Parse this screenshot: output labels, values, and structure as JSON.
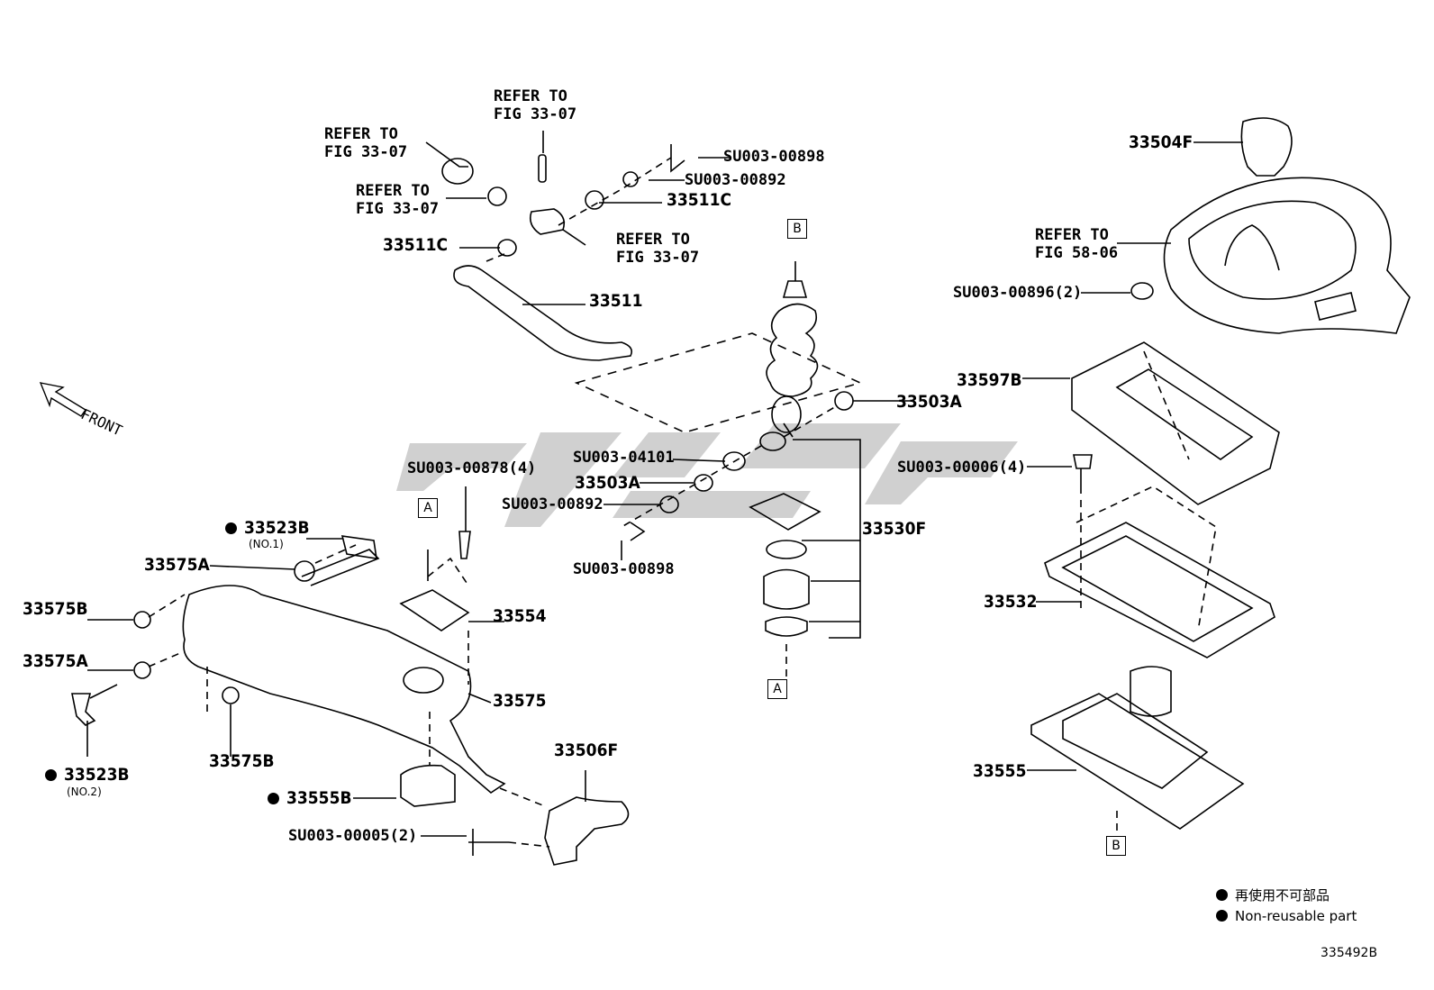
{
  "labels": {
    "refer_to_a": "REFER TO\nFIG 33-07",
    "refer_to_b": "REFER TO\nFIG 33-07",
    "refer_to_c": "REFER TO\nFIG 33-07",
    "refer_to_d": "REFER TO\nFIG 33-07",
    "refer_to_e": "REFER TO\nFIG 58-06",
    "su898_top": "SU003-00898",
    "su892_top": "SU003-00892",
    "p33511C_top": "33511C",
    "p33511C_left": "33511C",
    "p33511": "33511",
    "front": "FRONT",
    "su878": "SU003-00878(4)",
    "p33523B_no1": "33523B",
    "no1": "(NO.1)",
    "p33575A_top": "33575A",
    "p33575B_left": "33575B",
    "p33575A_left": "33575A",
    "p33523B_no2": "33523B",
    "no2": "(NO.2)",
    "p33575B_bottom": "33575B",
    "p33554": "33554",
    "p33575": "33575",
    "p33506F": "33506F",
    "p33555B": "33555B",
    "su005": "SU003-00005(2)",
    "su4101": "SU003-04101",
    "p33503A_mid": "33503A",
    "su892_mid": "SU003-00892",
    "su898_mid": "SU003-00898",
    "p33503A_right": "33503A",
    "p33530F": "33530F",
    "p33504F": "33504F",
    "su896": "SU003-00896(2)",
    "p33597B": "33597B",
    "su006": "SU003-00006(4)",
    "p33532": "33532",
    "p33555": "33555"
  },
  "ref_boxes": {
    "a1": "A",
    "a2": "A",
    "b1": "B",
    "b2": "B"
  },
  "legend": {
    "line1": "再使用不可部品",
    "line2": "Non-reusable part"
  },
  "figure_code": "335492B"
}
